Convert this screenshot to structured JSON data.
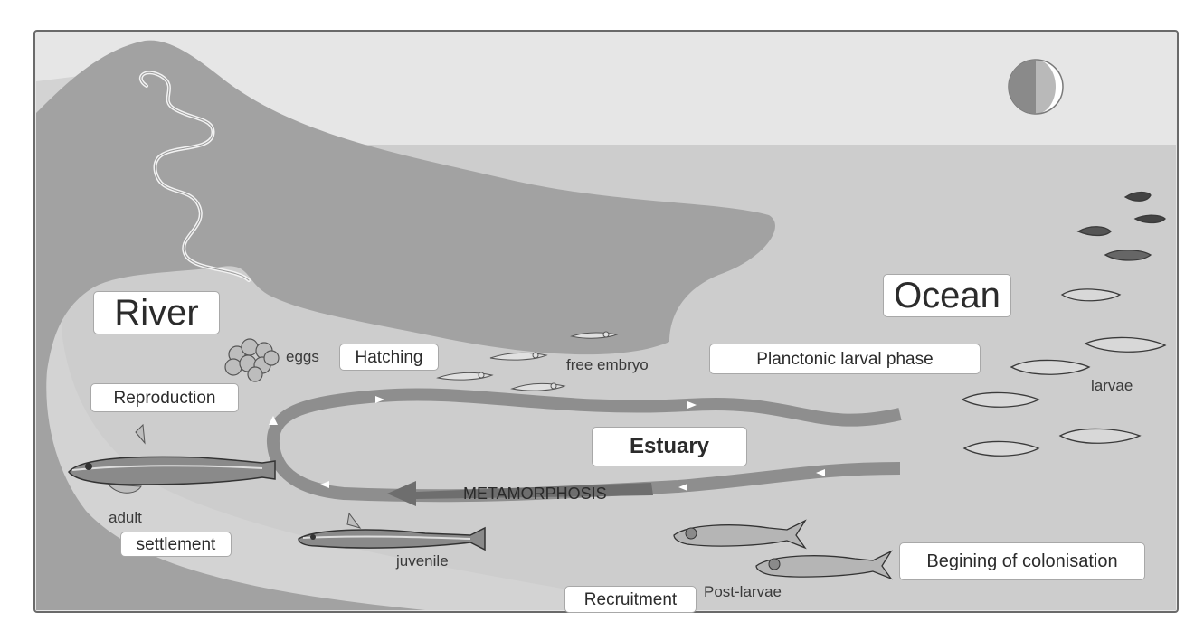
{
  "labels": {
    "river": "River",
    "ocean": "Ocean",
    "estuary": "Estuary",
    "hatching": "Hatching",
    "reproduction": "Reproduction",
    "settlement": "settlement",
    "planctonic": "Planctonic larval phase",
    "recruitment": "Recruitment",
    "colonisation": "Begining of colonisation",
    "metamorphosis": "METAMORPHOSIS"
  },
  "annotations": {
    "eggs": "eggs",
    "free_embryo": "free embryo",
    "larvae": "larvae",
    "adult": "adult",
    "juvenile": "juvenile",
    "post_larvae": "Post-larvae"
  },
  "icons": {
    "moon": "half-moon-icon"
  },
  "colors": {
    "land": "#a2a2a2",
    "sea": "#cdcdcd",
    "sky": "#e6e6e6",
    "lowland": "#d3d3d3",
    "path": "#8e8e8e"
  }
}
